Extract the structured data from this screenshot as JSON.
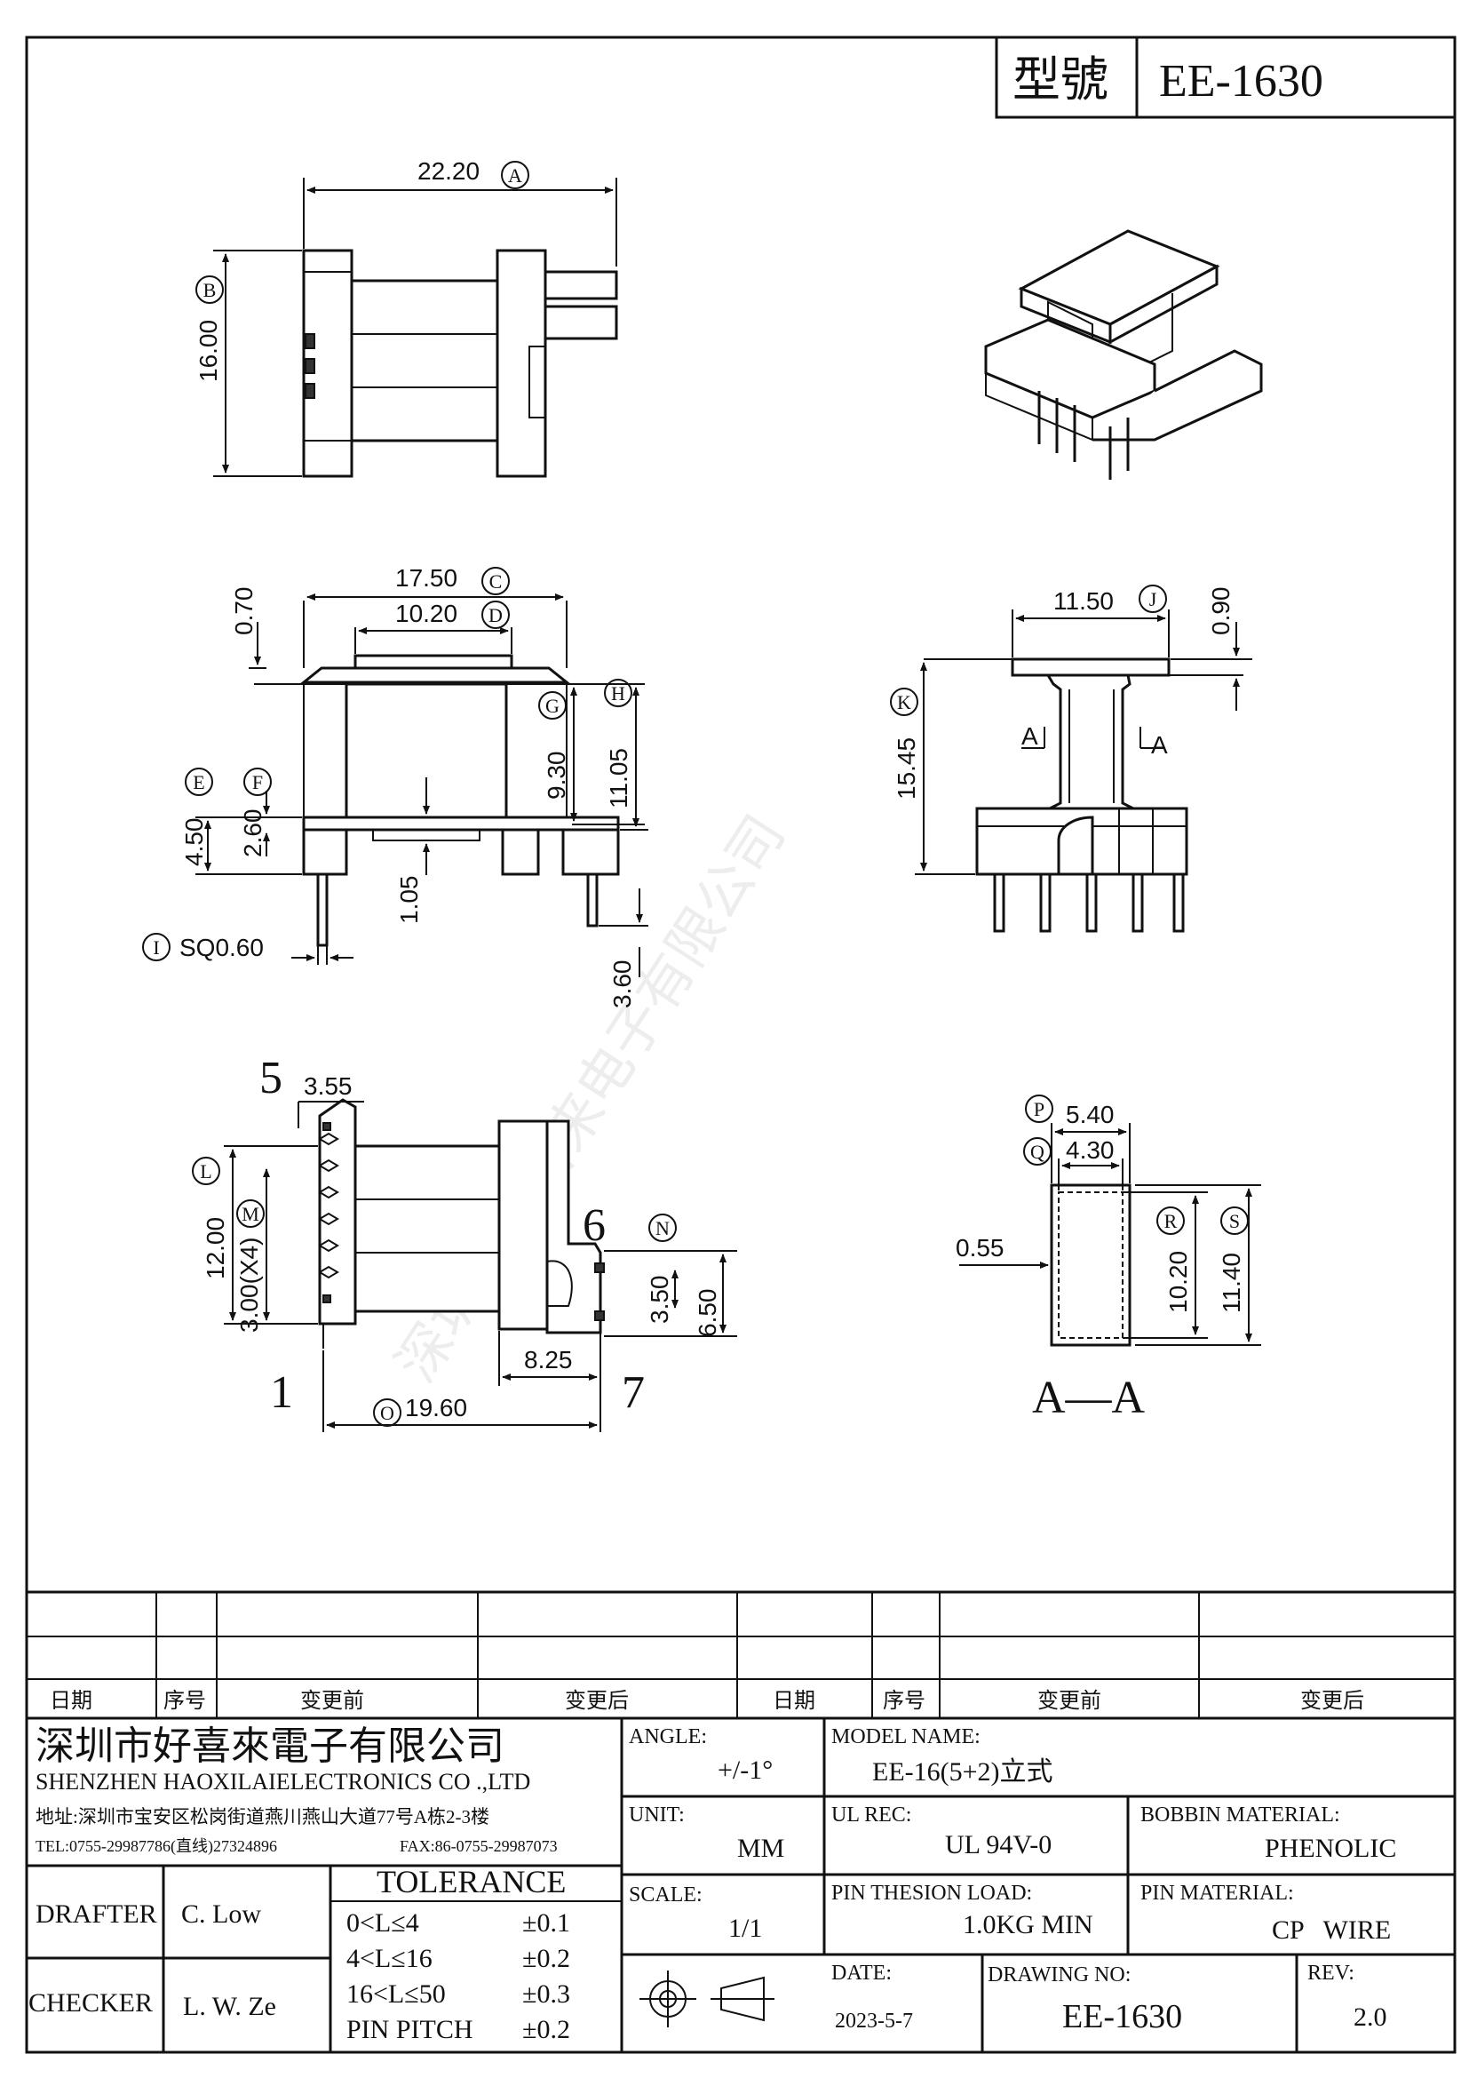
{
  "header": {
    "model_label": "型號",
    "model_value": "EE-1630"
  },
  "dimensions": {
    "A": "22.20",
    "B": "16.00",
    "C": "17.50",
    "D": "10.20",
    "H": "11.05",
    "G": "9.30",
    "top_offset": "0.70",
    "E": "4.50",
    "F": "2.60",
    "gap": "1.05",
    "I": "SQ0.60",
    "pin_len": "3.60",
    "J": "11.50",
    "J_offset": "0.90",
    "K": "15.45",
    "L": "12.00",
    "M": "3.00(X4)",
    "pin_spacing": "3.55",
    "N_small": "3.50",
    "N": "6.50",
    "flange": "8.25",
    "O": "19.60",
    "P": "5.40",
    "Q": "4.30",
    "wall": "0.55",
    "R": "10.20",
    "S": "11.40"
  },
  "circle_labels": [
    "A",
    "B",
    "C",
    "D",
    "E",
    "F",
    "G",
    "H",
    "I",
    "J",
    "K",
    "L",
    "M",
    "N",
    "O",
    "P",
    "Q",
    "R",
    "S"
  ],
  "section_marks": {
    "left": "A",
    "right": "A",
    "caption": "A—A"
  },
  "pin_numbers": {
    "p1": "1",
    "p5": "5",
    "p6": "6",
    "p7": "7"
  },
  "watermark": "深圳市好喜来电子有限公司",
  "revision_table": {
    "headers_left": [
      "日期",
      "序号",
      "变更前",
      "变更后"
    ],
    "headers_right": [
      "日期",
      "序号",
      "变更前",
      "变更后"
    ]
  },
  "company": {
    "name_cn": "深圳市好喜來電子有限公司",
    "name_en": "SHENZHEN HAOXILAIELECTRONICS CO .,LTD",
    "address": "地址:深圳市宝安区松岗街道燕川燕山大道77号A栋2-3楼",
    "tel": "TEL:0755-29987786(直线)27324896",
    "fax": "FAX:86-0755-29987073"
  },
  "title_block": {
    "angle_label": "ANGLE:",
    "angle_value": "+/-1°",
    "model_name_label": "MODEL NAME:",
    "model_name_value": "EE-16(5+2)立式",
    "unit_label": "UNIT:",
    "unit_value": "MM",
    "ul_label": "UL REC:",
    "ul_value": "UL 94V-0",
    "bobbin_label": "BOBBIN MATERIAL:",
    "bobbin_value": "PHENOLIC",
    "scale_label": "SCALE:",
    "scale_value": "1/1",
    "pin_load_label": "PIN THESION LOAD:",
    "pin_load_value": "1.0KG MIN",
    "pin_material_label": "PIN MATERIAL:",
    "pin_material_value": "CP   WIRE",
    "date_label": "DATE:",
    "date_value": "2023-5-7",
    "drawing_no_label": "DRAWING NO:",
    "drawing_no_value": "EE-1630",
    "rev_label": "REV:",
    "rev_value": "2.0",
    "drafter_label": "DRAFTER",
    "drafter_value": "C. Low",
    "checker_label": "CHECKER",
    "checker_value": "L. W. Ze",
    "tolerance_title": "TOLERANCE",
    "tolerances": [
      {
        "range": "0<L≤4",
        "value": "±0.1"
      },
      {
        "range": "4<L≤16",
        "value": "±0.2"
      },
      {
        "range": "16<L≤50",
        "value": "±0.3"
      },
      {
        "range": "PIN PITCH",
        "value": "±0.2"
      }
    ]
  }
}
